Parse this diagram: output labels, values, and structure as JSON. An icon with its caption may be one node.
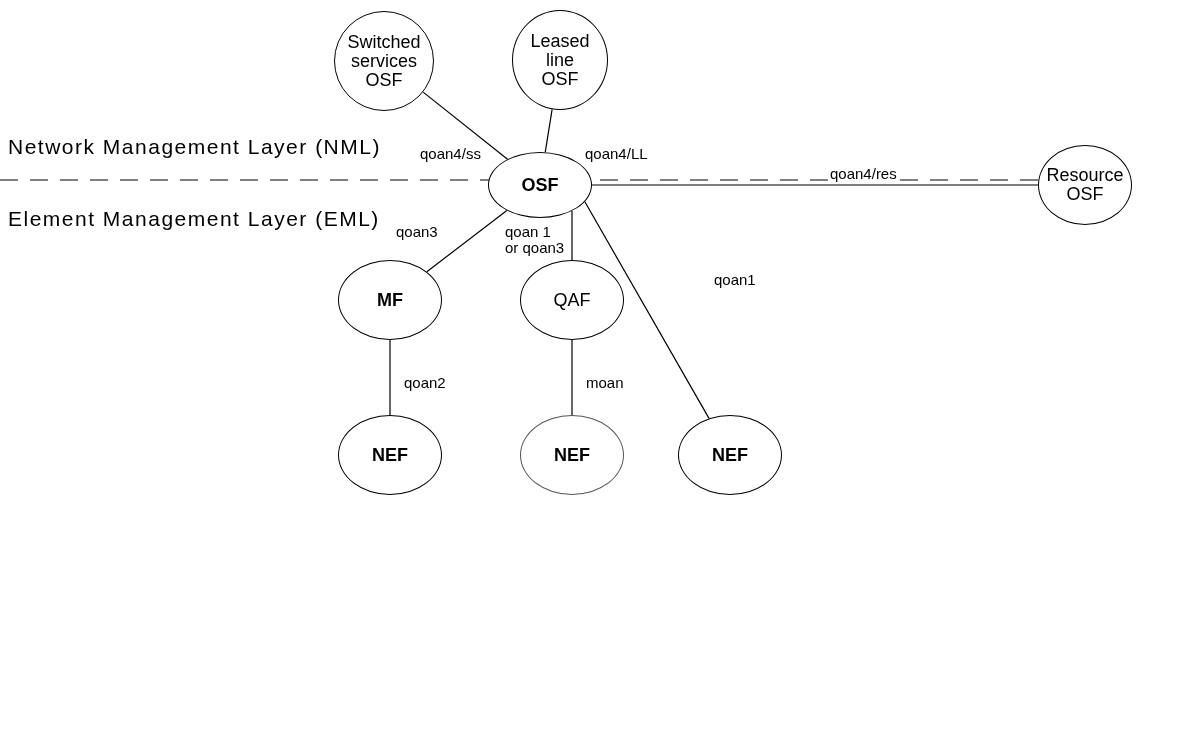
{
  "diagram": {
    "nodes": [
      {
        "text": [
          "Switched services OSF"
        ]
      },
      {
        "text": [
          "Leased line OSF"
        ]
      },
      {
        "text": [
          "OSF"
        ]
      },
      {
        "text": [
          "Resource OSF"
        ]
      },
      {
        "text": [
          "MF"
        ]
      },
      {
        "text": [
          "QAF"
        ]
      },
      {
        "text": [
          "NEF"
        ]
      },
      {
        "text": [
          "NEF"
        ]
      },
      {
        "text": [
          "NEF"
        ]
      }
    ],
    "edges": [
      {
        "from": 0,
        "to": 2,
        "arrow": "none",
        "label": "qoan4/ss"
      },
      {
        "from": 1,
        "to": 2,
        "arrow": "none",
        "label": "qoan4/LL"
      },
      {
        "from": 2,
        "to": 3,
        "arrow": "none",
        "label": "qoan4/res"
      },
      {
        "from": 2,
        "to": 4,
        "arrow": "none",
        "label": "qoan3"
      },
      {
        "from": 2,
        "to": 5,
        "arrow": "none",
        "label": "qoan 1 or qoan3"
      },
      {
        "from": 2,
        "to": 8,
        "arrow": "none",
        "label": "qoan1"
      },
      {
        "from": 4,
        "to": 6,
        "arrow": "none",
        "label": "qoan2"
      },
      {
        "from": 5,
        "to": 7,
        "arrow": "none",
        "label": "moan"
      }
    ],
    "labels": [
      "Network Management Layer (NML)",
      "Element Management Layer (EML)"
    ]
  }
}
